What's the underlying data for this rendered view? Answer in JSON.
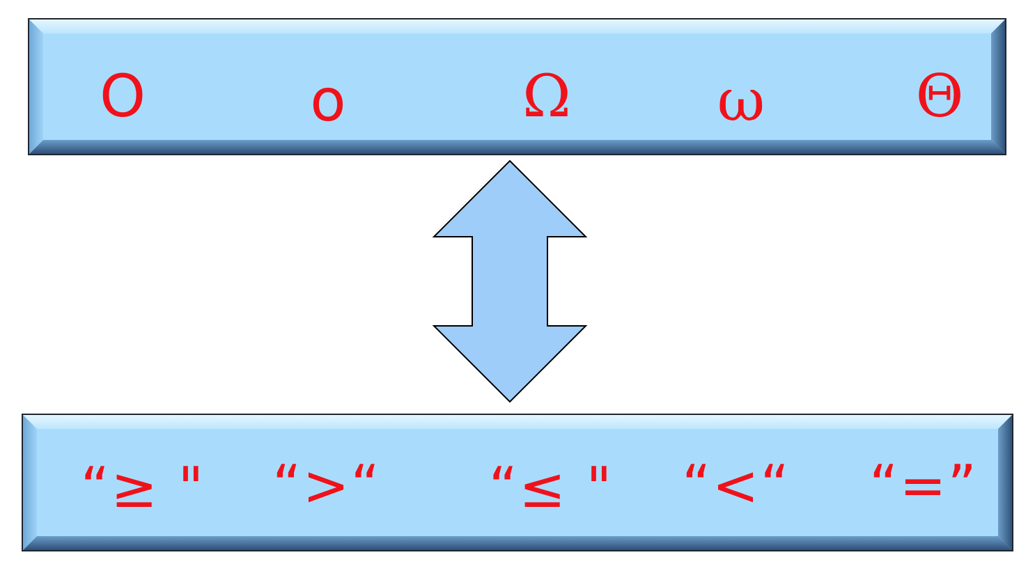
{
  "colors": {
    "panel_fill": "#a9dcfc",
    "panel_edge": "#1e2630",
    "symbol_text": "#f0111a",
    "arrow_fill": "#9ecdf9",
    "arrow_stroke": "#000000"
  },
  "top_panel": {
    "symbols": [
      "O",
      "o",
      "Ω",
      "ω",
      "Θ"
    ]
  },
  "arrow": {
    "icon": "double-headed-vertical-arrow"
  },
  "bottom_panel": {
    "symbols": [
      "“≥ \"",
      "“>“",
      "“≤ \"",
      "“<“",
      "“=”"
    ]
  }
}
